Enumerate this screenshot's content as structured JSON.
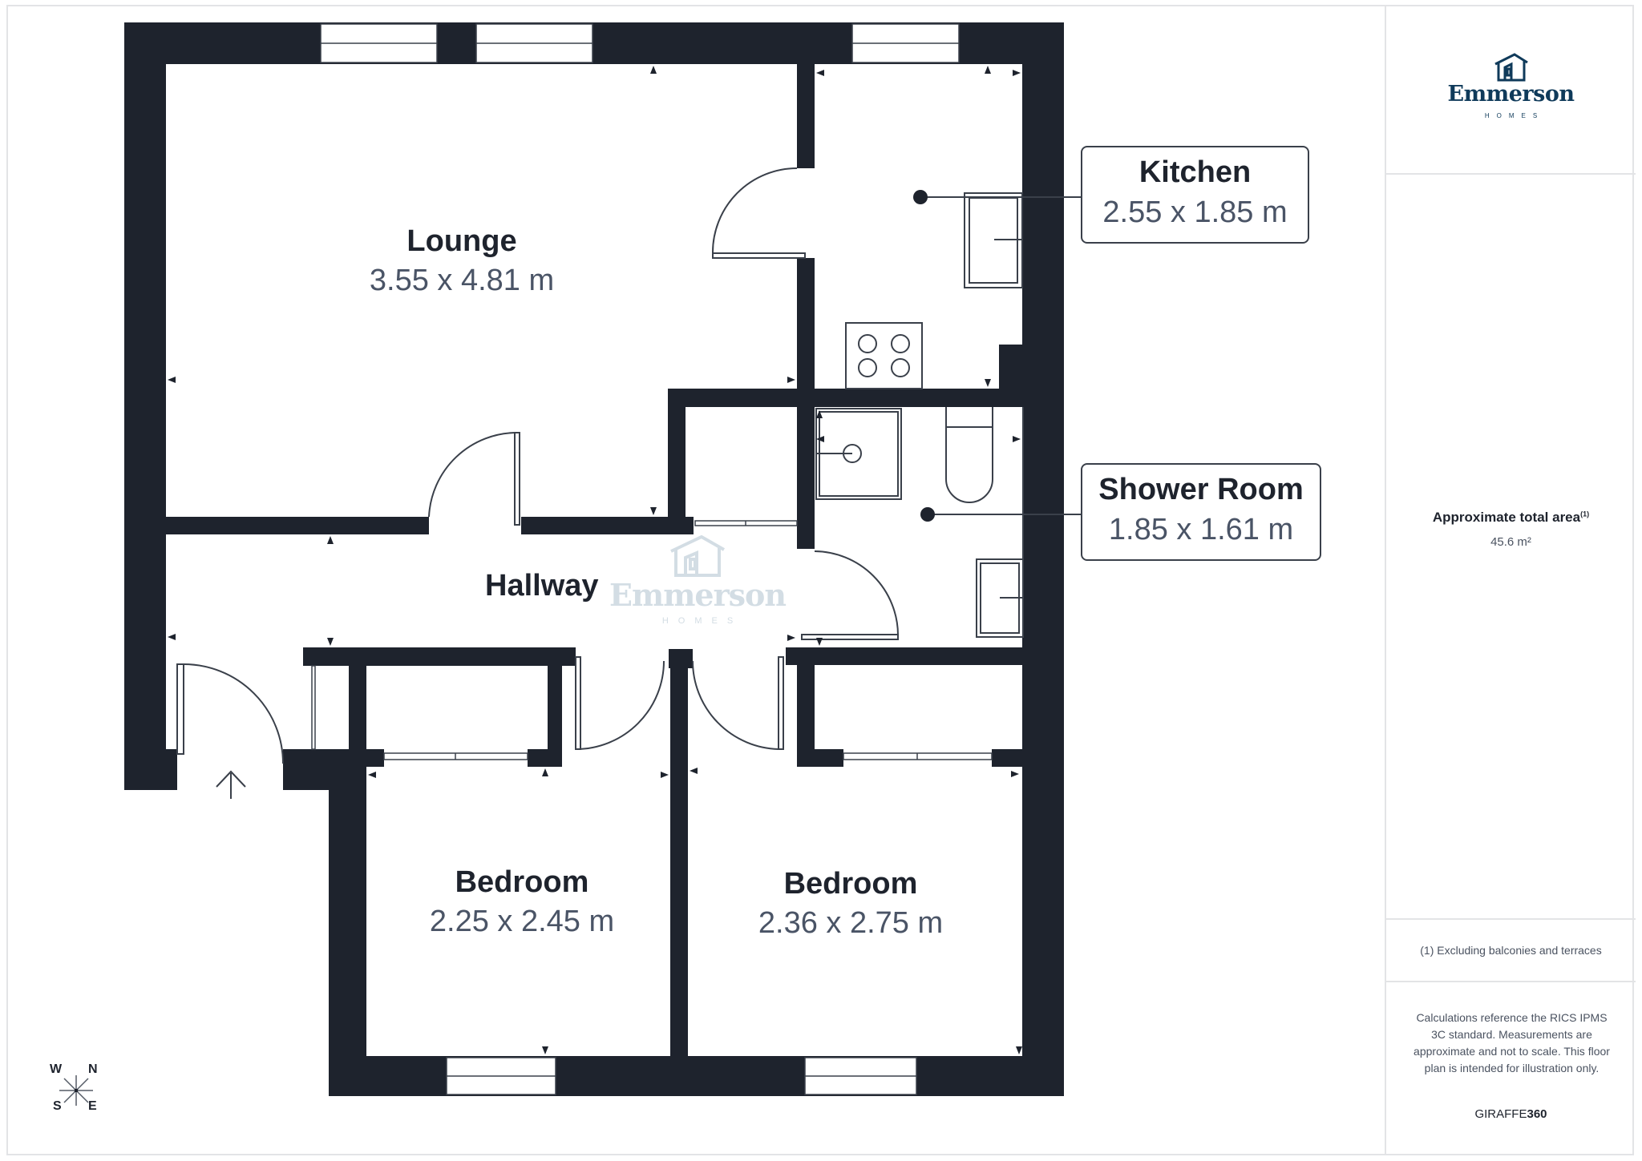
{
  "brand": {
    "name": "Emmerson",
    "sub": "HOMES",
    "color": "#0f3a5a",
    "watermark_color": "#d3dde4"
  },
  "colors": {
    "wall": "#1e232d",
    "line": "#3a404a",
    "frame": "#e3e4e6",
    "dims_text": "#4a5466"
  },
  "rooms": {
    "lounge": {
      "name": "Lounge",
      "dims": "3.55 x 4.81 m"
    },
    "kitchen": {
      "name": "Kitchen",
      "dims": "2.55 x 1.85 m"
    },
    "shower_room": {
      "name": "Shower Room",
      "dims": "1.85 x 1.61 m"
    },
    "hallway": {
      "name": "Hallway"
    },
    "bedroom_1": {
      "name": "Bedroom",
      "dims": "2.25 x 2.45 m"
    },
    "bedroom_2": {
      "name": "Bedroom",
      "dims": "2.36 x 2.75 m"
    }
  },
  "compass": {
    "w": "W",
    "n": "N",
    "s": "S",
    "e": "E"
  },
  "sidebar": {
    "area_title": "Approximate total area",
    "area_footnote_mark": "(1)",
    "area_value": "45.6 m²",
    "footnote": "(1) Excluding balconies and terraces",
    "disclaimer": "Calculations reference the RICS IPMS 3C standard. Measurements are approximate and not to scale. This floor plan is intended for illustration only.",
    "credit_prefix": "GIRAFFE",
    "credit_suffix": "360"
  }
}
